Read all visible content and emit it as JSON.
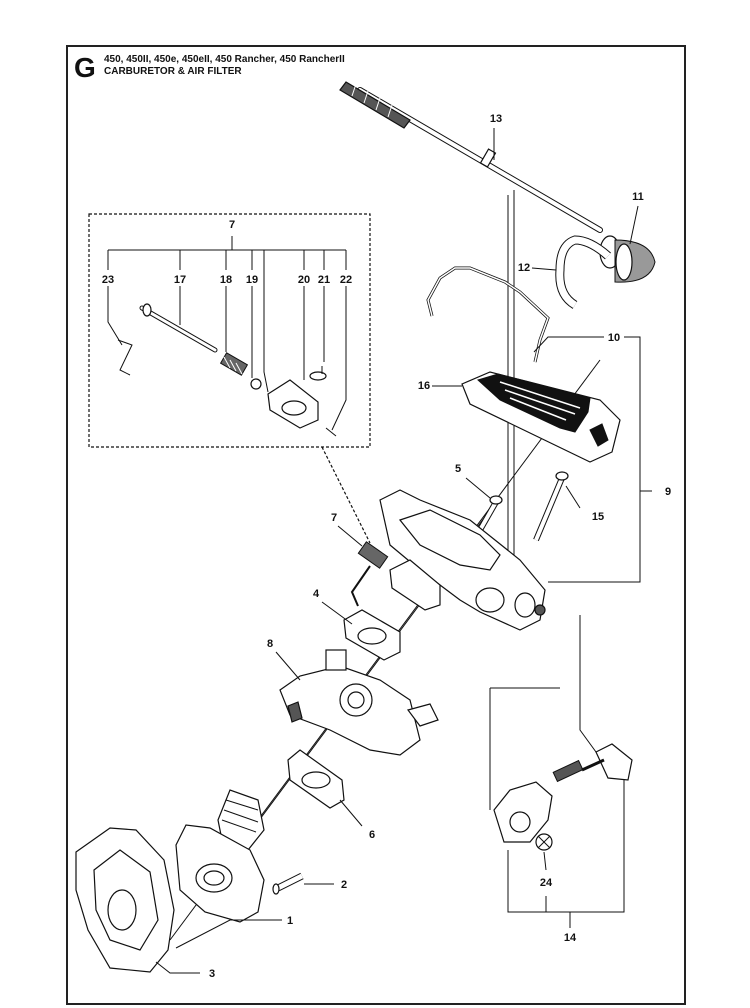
{
  "header": {
    "section_letter": "G",
    "models": "450, 450II, 450e, 450eII, 450 Rancher, 450 RancherII",
    "title": "CARBURETOR & AIR FILTER"
  },
  "callouts": {
    "c1": "1",
    "c2": "2",
    "c3": "3",
    "c4": "4",
    "c5": "5",
    "c6": "6",
    "c7_inset": "7",
    "c7_main": "7",
    "c8": "8",
    "c9": "9",
    "c10": "10",
    "c11": "11",
    "c12": "12",
    "c13": "13",
    "c14": "14",
    "c15": "15",
    "c16": "16",
    "c17": "17",
    "c18": "18",
    "c19": "19",
    "c20": "20",
    "c21": "21",
    "c22": "22",
    "c23": "23",
    "c24": "24"
  }
}
